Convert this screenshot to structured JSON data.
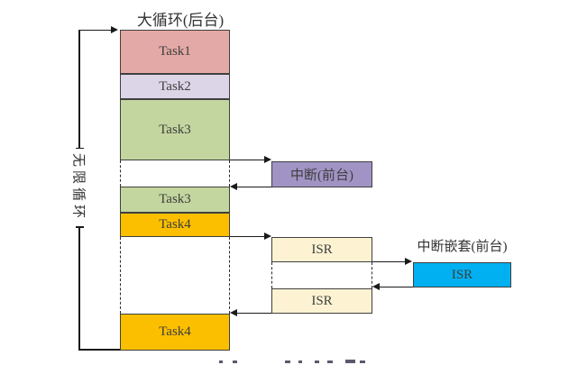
{
  "labels": {
    "column_title": "大循环(后台)",
    "loop_label": "无限循环",
    "interrupt_box": "中断(前台)",
    "nested_title": "中断嵌套(前台)",
    "nested_isr": "ISR"
  },
  "column_segments": [
    {
      "label": "Task1",
      "color": "#e3a9a6"
    },
    {
      "label": "Task2",
      "color": "#dcd5e8"
    },
    {
      "label": "Task3",
      "color": "#c3d69f"
    },
    {
      "label": "Task3",
      "color": "#c3d69f"
    },
    {
      "label": "Task4",
      "color": "#fcbf00"
    },
    {
      "label": "Task4",
      "color": "#fcbf00"
    }
  ],
  "isr_boxes": [
    {
      "label": "ISR",
      "color": "#fdf3d2"
    },
    {
      "label": "ISR",
      "color": "#fdf3d2"
    }
  ],
  "colors": {
    "interrupt": "#a194c5",
    "nested_isr": "#00b0f0",
    "line": "#1a1a1a",
    "border": "#3f3f3f"
  }
}
